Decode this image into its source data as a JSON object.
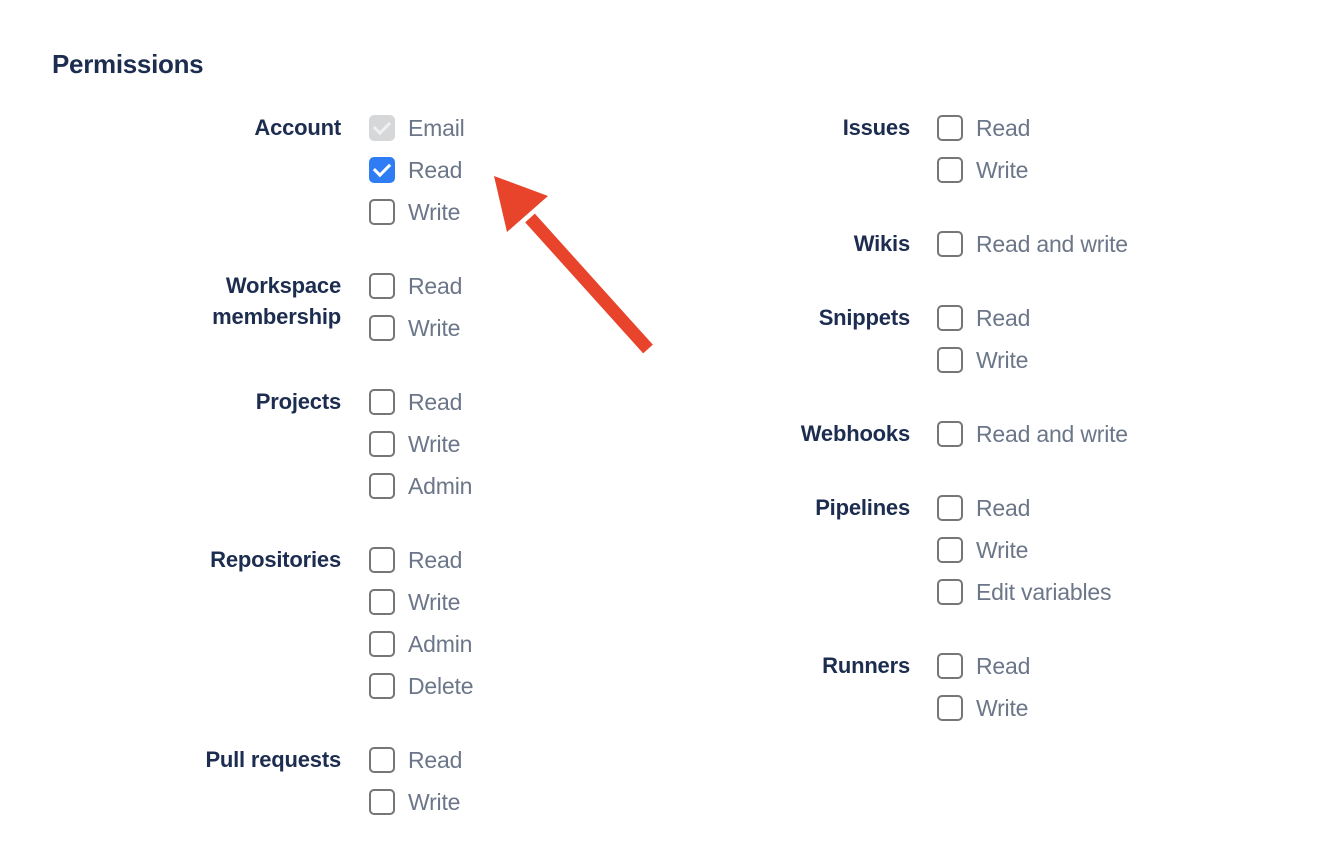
{
  "page": {
    "heading": "Permissions"
  },
  "colors": {
    "heading_navy": "#1d2d50",
    "option_grey": "#6b7689",
    "checkbox_blue": "#2e7df5",
    "checkbox_border_grey": "#767676",
    "checkbox_disabled_grey": "#d5d7d9",
    "arrow_red": "#e8432b"
  },
  "annotation_arrow": {
    "icon": "red-arrow-pointing-up-left",
    "color": "#e8432b",
    "points_at": "Account Read checkbox"
  },
  "columns": [
    {
      "groups": [
        {
          "label": "Account",
          "items": [
            {
              "label": "Email",
              "state": "checked-disabled"
            },
            {
              "label": "Read",
              "state": "checked"
            },
            {
              "label": "Write",
              "state": "unchecked"
            }
          ]
        },
        {
          "label": "Workspace membership",
          "items": [
            {
              "label": "Read",
              "state": "unchecked"
            },
            {
              "label": "Write",
              "state": "unchecked"
            }
          ]
        },
        {
          "label": "Projects",
          "items": [
            {
              "label": "Read",
              "state": "unchecked"
            },
            {
              "label": "Write",
              "state": "unchecked"
            },
            {
              "label": "Admin",
              "state": "unchecked"
            }
          ]
        },
        {
          "label": "Repositories",
          "items": [
            {
              "label": "Read",
              "state": "unchecked"
            },
            {
              "label": "Write",
              "state": "unchecked"
            },
            {
              "label": "Admin",
              "state": "unchecked"
            },
            {
              "label": "Delete",
              "state": "unchecked"
            }
          ]
        },
        {
          "label": "Pull requests",
          "items": [
            {
              "label": "Read",
              "state": "unchecked"
            },
            {
              "label": "Write",
              "state": "unchecked"
            }
          ]
        }
      ]
    },
    {
      "groups": [
        {
          "label": "Issues",
          "items": [
            {
              "label": "Read",
              "state": "unchecked"
            },
            {
              "label": "Write",
              "state": "unchecked"
            }
          ]
        },
        {
          "label": "Wikis",
          "items": [
            {
              "label": "Read and write",
              "state": "unchecked"
            }
          ]
        },
        {
          "label": "Snippets",
          "items": [
            {
              "label": "Read",
              "state": "unchecked"
            },
            {
              "label": "Write",
              "state": "unchecked"
            }
          ]
        },
        {
          "label": "Webhooks",
          "items": [
            {
              "label": "Read and write",
              "state": "unchecked"
            }
          ]
        },
        {
          "label": "Pipelines",
          "items": [
            {
              "label": "Read",
              "state": "unchecked"
            },
            {
              "label": "Write",
              "state": "unchecked"
            },
            {
              "label": "Edit variables",
              "state": "unchecked"
            }
          ]
        },
        {
          "label": "Runners",
          "items": [
            {
              "label": "Read",
              "state": "unchecked"
            },
            {
              "label": "Write",
              "state": "unchecked"
            }
          ]
        }
      ]
    }
  ]
}
